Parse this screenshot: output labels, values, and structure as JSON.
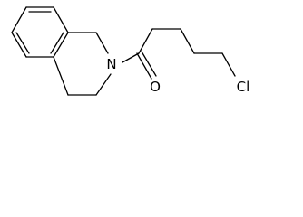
{
  "molecule": {
    "atom_labels": {
      "nitrogen": "N",
      "oxygen": "O",
      "chlorine": "Cl"
    }
  }
}
